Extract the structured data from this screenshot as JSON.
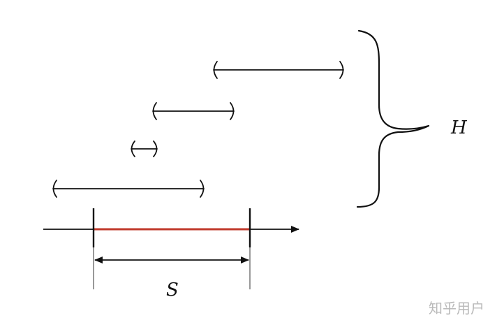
{
  "labels": {
    "H": "H",
    "S": "S"
  },
  "watermark": "知乎用户",
  "colors": {
    "line": "#111111",
    "highlight": "#c0392b",
    "watermark": "#b9b9b9",
    "background": "#ffffff"
  },
  "elements": {
    "intervals": [
      "open-interval",
      "open-interval",
      "open-interval",
      "open-interval"
    ],
    "brace": "right-curly-brace",
    "axis": "number-line-arrow",
    "segment": "highlighted-segment",
    "dimension": "double-headed-arrow"
  }
}
